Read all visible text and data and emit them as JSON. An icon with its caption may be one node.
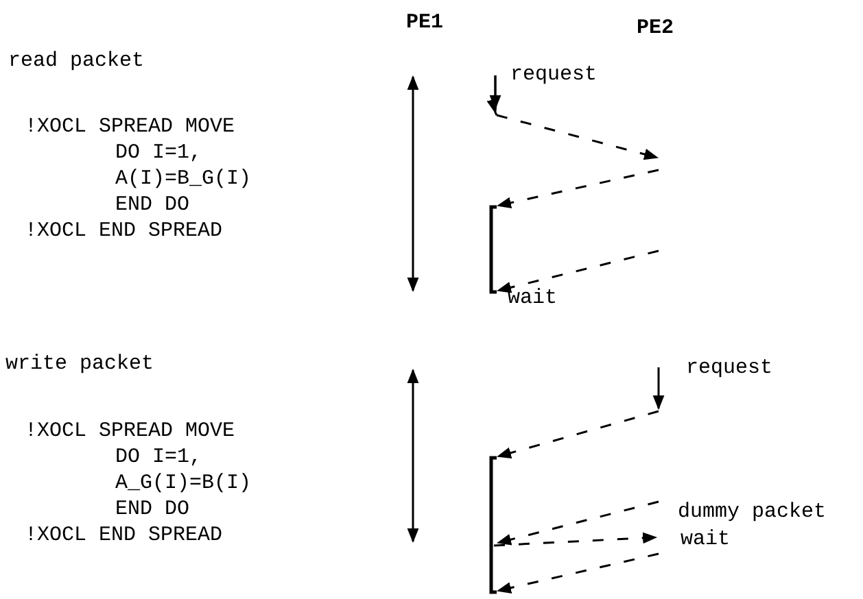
{
  "diagram": {
    "labels": [
      "PE1",
      "PE2",
      "read packet",
      "request",
      "!XOCL SPREAD MOVE",
      "DO I=1,",
      "A(I)=B_G(I)",
      "END DO",
      "!XOCL END SPREAD",
      "wait",
      "write packet",
      "request",
      "!XOCL SPREAD MOVE",
      "DO I=1,",
      "A_G(I)=B(I)",
      "END DO",
      "!XOCL END SPREAD",
      "dummy packet",
      "wait"
    ]
  }
}
